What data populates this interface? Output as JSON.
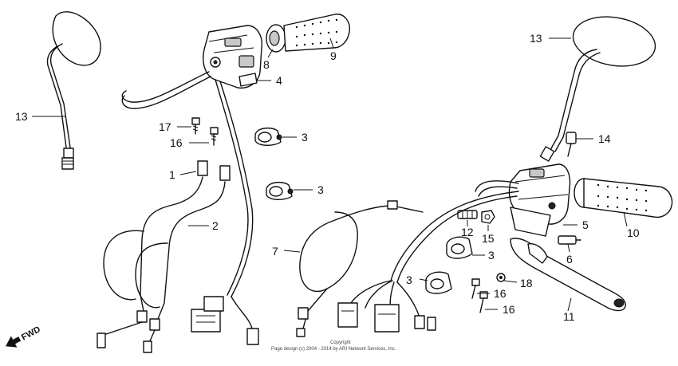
{
  "callouts": [
    {
      "id": "c13-left",
      "label": "13"
    },
    {
      "id": "c8",
      "label": "8"
    },
    {
      "id": "c9",
      "label": "9"
    },
    {
      "id": "c4",
      "label": "4"
    },
    {
      "id": "c17",
      "label": "17"
    },
    {
      "id": "c16-top",
      "label": "16"
    },
    {
      "id": "c3-top",
      "label": "3"
    },
    {
      "id": "c1",
      "label": "1"
    },
    {
      "id": "c3-mid",
      "label": "3"
    },
    {
      "id": "c2",
      "label": "2"
    },
    {
      "id": "c13-right",
      "label": "13"
    },
    {
      "id": "c14",
      "label": "14"
    },
    {
      "id": "c5",
      "label": "5"
    },
    {
      "id": "c10",
      "label": "10"
    },
    {
      "id": "c12",
      "label": "12"
    },
    {
      "id": "c15",
      "label": "15"
    },
    {
      "id": "c7",
      "label": "7"
    },
    {
      "id": "c3-right",
      "label": "3"
    },
    {
      "id": "c6",
      "label": "6"
    },
    {
      "id": "c3-bottom",
      "label": "3"
    },
    {
      "id": "c18",
      "label": "18"
    },
    {
      "id": "c16-mid",
      "label": "16"
    },
    {
      "id": "c16-bottom",
      "label": "16"
    },
    {
      "id": "c11",
      "label": "11"
    }
  ],
  "fwd_label": "FWD",
  "copyright": {
    "line1": "Copyright",
    "line2": "Page design (c) 2004 - 2014 by ARI Network Services, Inc."
  }
}
